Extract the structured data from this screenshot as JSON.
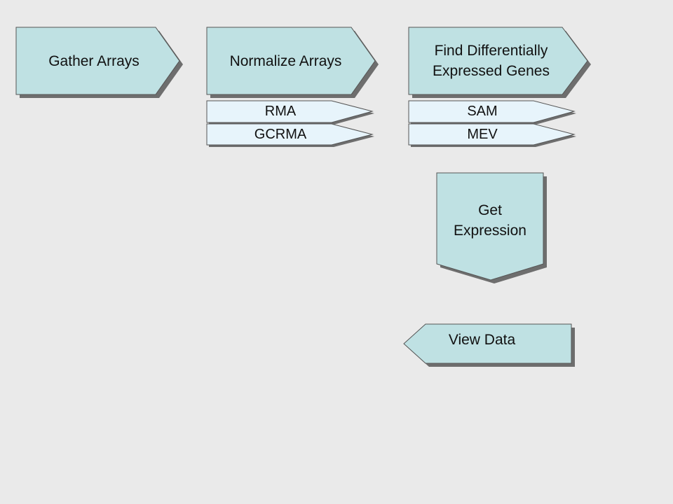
{
  "diagram": {
    "steps": [
      {
        "id": "gather",
        "label": "Gather Arrays"
      },
      {
        "id": "normalize",
        "label": "Normalize Arrays"
      },
      {
        "id": "find",
        "label": "Find Differentially\nExpressed Genes"
      },
      {
        "id": "get",
        "label": "Get\nExpression"
      },
      {
        "id": "view",
        "label": "View Data"
      }
    ],
    "normalize_methods": [
      "RMA",
      "GCRMA"
    ],
    "find_methods": [
      "SAM",
      "MEV"
    ]
  },
  "colors": {
    "background": "#eaeaea",
    "main_fill": "#bfe1e3",
    "method_fill": "#e7f4fb",
    "outline": "#555555",
    "shadow": "#6e6e6e"
  }
}
